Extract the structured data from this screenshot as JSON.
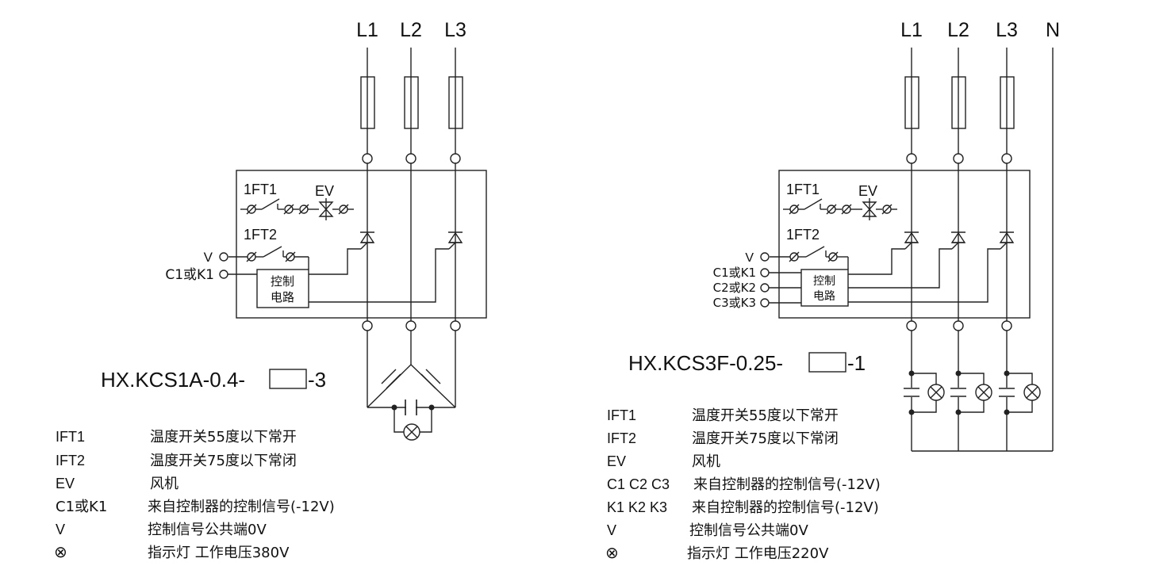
{
  "left": {
    "phases": [
      "L1",
      "L2",
      "L3"
    ],
    "model": {
      "prefix": "HX.KCS1A-0.4-",
      "suffix": "-3"
    },
    "box": {
      "ft1": "1FT1",
      "ev": "EV",
      "ft2": "1FT2",
      "control": [
        "控制",
        "电路"
      ],
      "inputs": [
        "V",
        "C1或K1"
      ]
    },
    "legend": [
      {
        "code": "IFT1",
        "desc": "温度开关55度以下常开"
      },
      {
        "code": "IFT2",
        "desc": "温度开关75度以下常闭"
      },
      {
        "code": "EV",
        "desc": "风机"
      },
      {
        "code": "C1或K1",
        "desc": "来自控制器的控制信号(-12V)"
      },
      {
        "code": "V",
        "desc": "控制信号公共端0V"
      },
      {
        "code": "⊗",
        "desc": "指示灯 工作电压380V"
      }
    ]
  },
  "right": {
    "phases": [
      "L1",
      "L2",
      "L3",
      "N"
    ],
    "model": {
      "prefix": "HX.KCS3F-0.25-",
      "suffix": "-1"
    },
    "box": {
      "ft1": "1FT1",
      "ev": "EV",
      "ft2": "1FT2",
      "control": [
        "控制",
        "电路"
      ],
      "inputs": [
        "V",
        "C1或K1",
        "C2或K2",
        "C3或K3"
      ]
    },
    "legend": [
      {
        "code": "IFT1",
        "desc": "温度开关55度以下常开"
      },
      {
        "code": "IFT2",
        "desc": "温度开关75度以下常闭"
      },
      {
        "code": "EV",
        "desc": "风机"
      },
      {
        "code": "C1 C2 C3",
        "desc": "来自控制器的控制信号(-12V)"
      },
      {
        "code": "K1 K2 K3",
        "desc": "来自控制器的控制信号(-12V)"
      },
      {
        "code": "V",
        "desc": "控制信号公共端0V"
      },
      {
        "code": "⊗",
        "desc": "指示灯 工作电压220V"
      }
    ]
  }
}
